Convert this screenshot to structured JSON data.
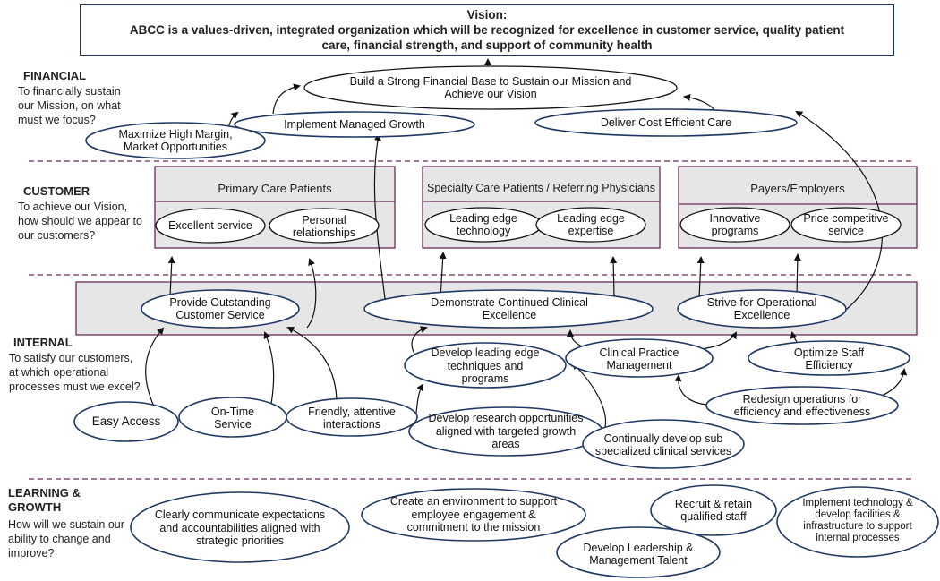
{
  "vision": {
    "title": "Vision:",
    "text": "ABCC is a values-driven, integrated organization which will be recognized for excellence in customer service, quality patient care, financial strength, and support of community health"
  },
  "perspectives": {
    "financial": {
      "title": "FINANCIAL",
      "question": "To financially sustain our Mission, on what must we focus?"
    },
    "customer": {
      "title": "CUSTOMER",
      "question": "To achieve our Vision, how should we appear to our customers?"
    },
    "internal": {
      "title": "INTERNAL",
      "question": "To satisfy our customers, at which operational processes must we excel?"
    },
    "learning": {
      "title": "LEARNING & GROWTH",
      "question": "How will we sustain our ability to change and improve?"
    }
  },
  "financial_objectives": {
    "build_base": "Build a Strong Financial Base to Sustain our Mission and Achieve our Vision",
    "maximize": "Maximize High Margin, Market Opportunities",
    "managed_growth": "Implement Managed Growth",
    "cost_efficient": "Deliver Cost Efficient Care"
  },
  "customer_segments": {
    "primary": {
      "title": "Primary Care Patients",
      "items": [
        "Excellent service",
        "Personal relationships"
      ]
    },
    "specialty": {
      "title": "Specialty Care Patients / Referring Physicians",
      "items": [
        "Leading edge technology",
        "Leading edge expertise"
      ]
    },
    "payers": {
      "title": "Payers/Employers",
      "items": [
        "Innovative programs",
        "Price competitive service"
      ]
    }
  },
  "internal_objectives": {
    "outstanding_service": "Provide Outstanding Customer Service",
    "clinical_excellence": "Demonstrate Continued Clinical Excellence",
    "operational_excellence": "Strive for Operational Excellence",
    "easy_access": "Easy Access",
    "on_time": "On-Time Service",
    "friendly": "Friendly, attentive interactions",
    "leading_edge": "Develop leading edge techniques and programs",
    "clinical_practice": "Clinical Practice Management",
    "optimize_staff": "Optimize Staff Efficiency",
    "redesign": "Redesign operations for efficiency and effectiveness",
    "research": "Develop research opportunities aligned with targeted growth areas",
    "subspecialized": "Continually develop sub specialized clinical services"
  },
  "learning_objectives": {
    "communicate": "Clearly communicate expectations and accountabilities aligned with strategic priorities",
    "environment": "Create an environment to support employee engagement & commitment to the mission",
    "recruit": "Recruit & retain qualified staff",
    "technology": "Implement technology & develop facilities & infrastructure to support internal processes",
    "leadership": "Develop Leadership & Management Talent"
  }
}
